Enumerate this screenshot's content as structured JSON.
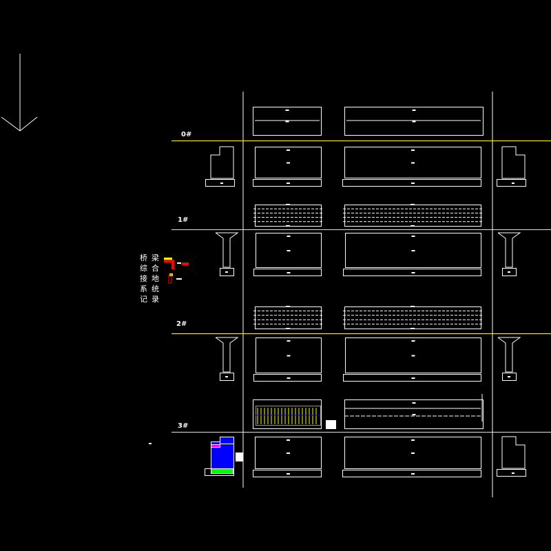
{
  "title_chars": [
    "桥",
    "梁",
    "综",
    "合",
    "接",
    "地",
    "系",
    "统",
    "记",
    "录"
  ],
  "title": "桥梁综合接地系统记录",
  "pier_labels": [
    "0#",
    "1#",
    "2#",
    "3#"
  ],
  "colors": {
    "grid": "#ffff00",
    "line": "#ffffff",
    "fill_blue": "#0000ff",
    "green": "#00ff00",
    "magenta": "#ff00ff",
    "red": "#ff0000"
  }
}
